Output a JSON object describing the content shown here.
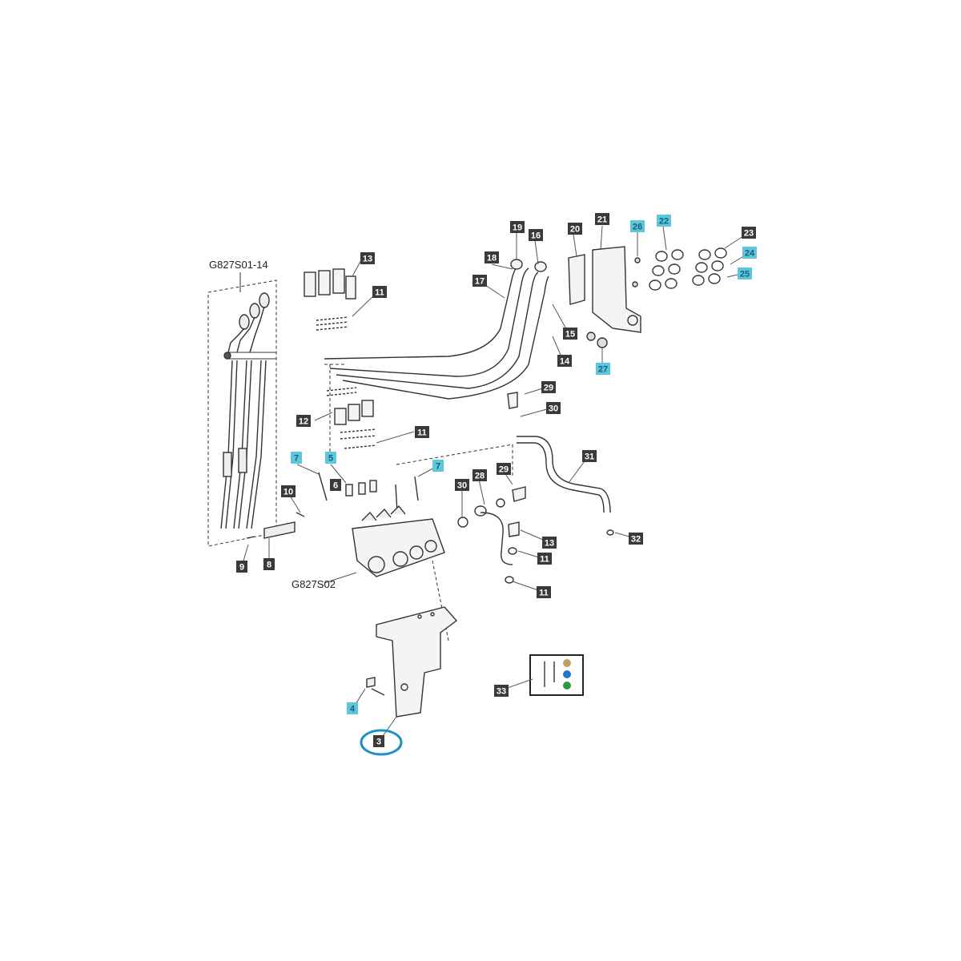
{
  "diagram": {
    "colors": {
      "dark_callout": "#3a3a3a",
      "highlight_callout": "#5cc6dc",
      "highlight_ring": "#1e90c8",
      "line": "#333333",
      "part_fill": "#f4f4f4"
    },
    "references": [
      {
        "id": "group-left",
        "text": "G827S01-14"
      },
      {
        "id": "group-bottom",
        "text": "G827S02"
      }
    ],
    "callouts": [
      {
        "label": "13",
        "style": "dark"
      },
      {
        "label": "11",
        "style": "dark"
      },
      {
        "label": "12",
        "style": "dark"
      },
      {
        "label": "11",
        "style": "dark"
      },
      {
        "label": "7",
        "style": "highlight"
      },
      {
        "label": "5",
        "style": "highlight"
      },
      {
        "label": "6",
        "style": "dark"
      },
      {
        "label": "10",
        "style": "dark"
      },
      {
        "label": "9",
        "style": "dark"
      },
      {
        "label": "8",
        "style": "dark"
      },
      {
        "label": "7",
        "style": "highlight"
      },
      {
        "label": "19",
        "style": "dark"
      },
      {
        "label": "16",
        "style": "dark"
      },
      {
        "label": "18",
        "style": "dark"
      },
      {
        "label": "17",
        "style": "dark"
      },
      {
        "label": "15",
        "style": "dark"
      },
      {
        "label": "14",
        "style": "dark"
      },
      {
        "label": "20",
        "style": "dark"
      },
      {
        "label": "21",
        "style": "dark"
      },
      {
        "label": "26",
        "style": "highlight"
      },
      {
        "label": "22",
        "style": "highlight"
      },
      {
        "label": "23",
        "style": "dark"
      },
      {
        "label": "24",
        "style": "highlight"
      },
      {
        "label": "25",
        "style": "highlight"
      },
      {
        "label": "27",
        "style": "highlight"
      },
      {
        "label": "29",
        "style": "dark"
      },
      {
        "label": "30",
        "style": "dark"
      },
      {
        "label": "31",
        "style": "dark"
      },
      {
        "label": "30",
        "style": "dark"
      },
      {
        "label": "28",
        "style": "dark"
      },
      {
        "label": "29",
        "style": "dark"
      },
      {
        "label": "13",
        "style": "dark"
      },
      {
        "label": "11",
        "style": "dark"
      },
      {
        "label": "11",
        "style": "dark"
      },
      {
        "label": "32",
        "style": "dark"
      },
      {
        "label": "33",
        "style": "dark"
      },
      {
        "label": "4",
        "style": "highlight"
      },
      {
        "label": "3",
        "style": "dark"
      }
    ],
    "selected_label": "3"
  }
}
